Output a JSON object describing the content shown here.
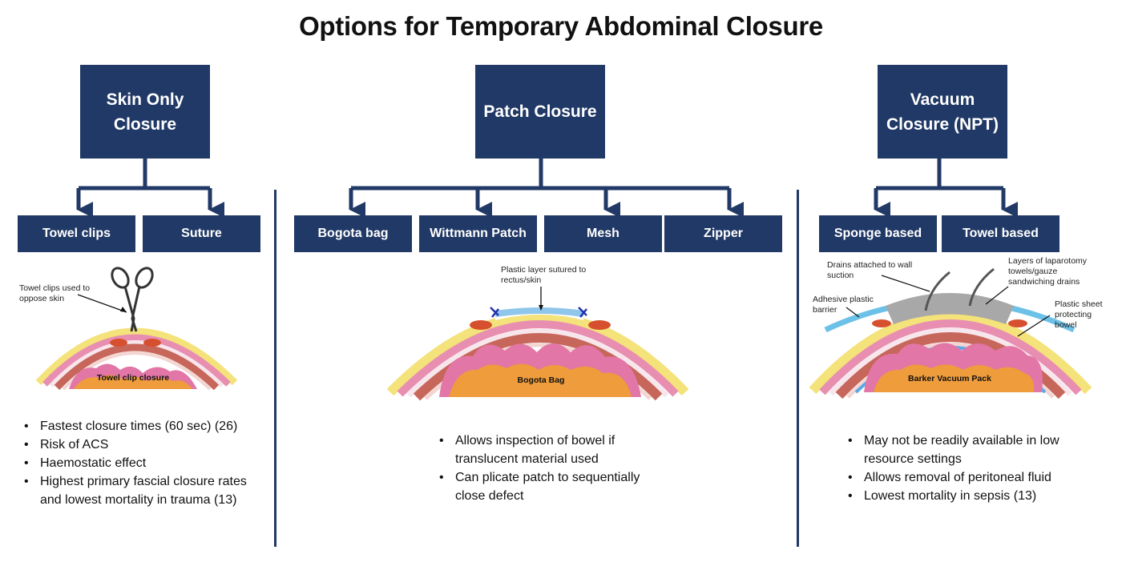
{
  "title": "Options for Temporary Abdominal Closure",
  "columns": [
    {
      "heading": "Skin Only Closure",
      "options": [
        "Towel clips",
        "Suture"
      ],
      "illustration": {
        "caption": "Towel clip closure",
        "annotations": [
          "Towel clips used to oppose skin"
        ]
      },
      "bullets": [
        "Fastest closure times (60 sec) (26)",
        "Risk of ACS",
        "Haemostatic effect",
        "Highest primary fascial closure rates and lowest mortality in trauma (13)"
      ]
    },
    {
      "heading": "Patch Closure",
      "options": [
        "Bogota bag",
        "Wittmann Patch",
        "Mesh",
        "Zipper"
      ],
      "illustration": {
        "caption": "Bogota Bag",
        "annotations": [
          "Plastic layer sutured to rectus/skin"
        ]
      },
      "bullets": [
        "Allows inspection of bowel if translucent material used",
        "Can plicate patch to sequentially close defect"
      ]
    },
    {
      "heading": "Vacuum Closure (NPT)",
      "options": [
        "Sponge based",
        "Towel based"
      ],
      "illustration": {
        "caption": "Barker Vacuum Pack",
        "annotations": [
          "Drains attached to wall suction",
          "Layers of laparotomy towels/gauze sandwiching drains",
          "Adhesive plastic barrier",
          "Plastic sheet protecting bowel"
        ]
      },
      "bullets": [
        "May not be readily available in low resource settings",
        "Allows removal of peritoneal fluid",
        "Lowest mortality in sepsis (13)"
      ]
    }
  ],
  "colors": {
    "box": "#213966",
    "skin_yellow": "#f4e27a",
    "fat_pink": "#e88fb1",
    "muscle": "#c7665a",
    "bowel_orange": "#ee9c3c",
    "bowel_pink": "#e276a6",
    "plastic_blue": "#8fc6ec",
    "towel_gray": "#a8a8a8"
  },
  "icons": [
    "towel-clip-icon",
    "suture-anchor-icon",
    "drain-tube-icon"
  ]
}
